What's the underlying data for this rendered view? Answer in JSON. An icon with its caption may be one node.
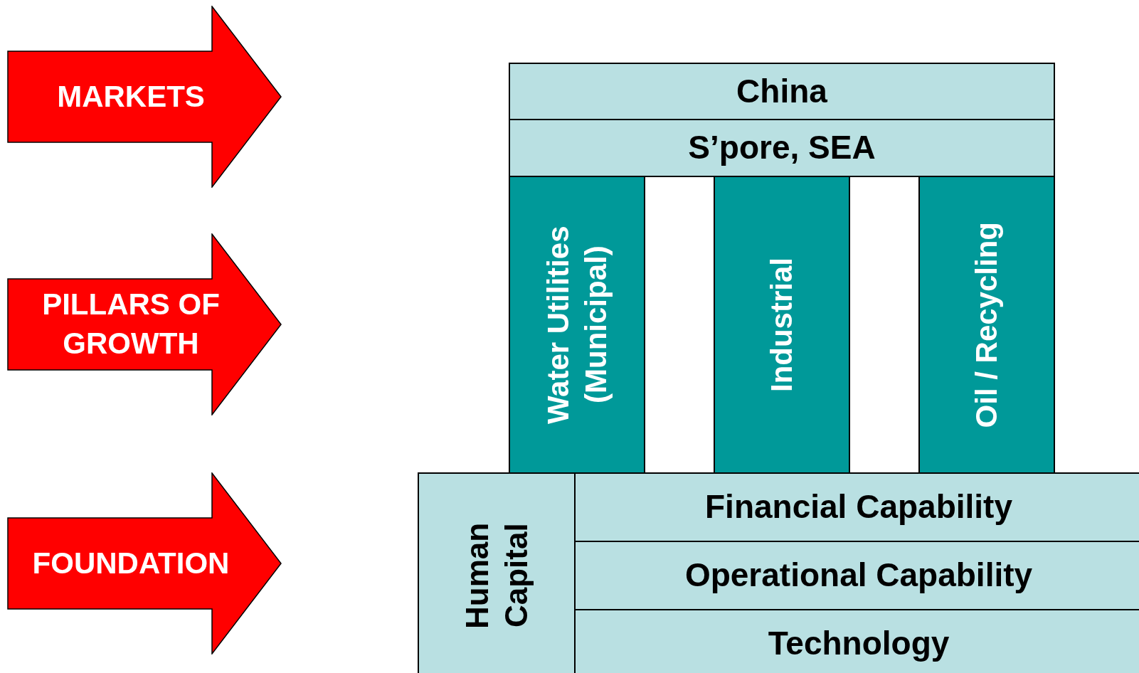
{
  "diagram": {
    "nodes": [
      {
        "text": [
          "MARKETS"
        ]
      },
      {
        "text": [
          "PILLARS OF GROWTH"
        ]
      },
      {
        "text": [
          "FOUNDATION"
        ]
      },
      {
        "text": [
          "China"
        ]
      },
      {
        "text": [
          "S’pore, SEA"
        ]
      },
      {
        "text": [
          "Water Utilities (Municipal)"
        ]
      },
      {
        "text": [
          "Industrial"
        ]
      },
      {
        "text": [
          "Oil / Recycling"
        ]
      },
      {
        "text": [
          "Human Capital"
        ]
      },
      {
        "text": [
          "Financial Capability"
        ]
      },
      {
        "text": [
          "Operational Capability"
        ]
      },
      {
        "text": [
          "Technology"
        ]
      }
    ],
    "edges": []
  }
}
